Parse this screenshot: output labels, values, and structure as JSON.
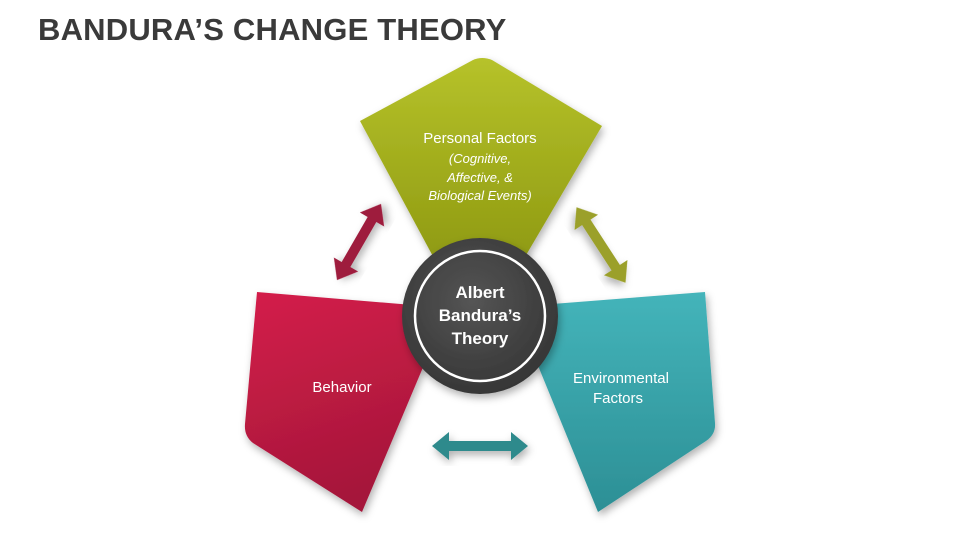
{
  "title": "BANDURA’S CHANGE THEORY",
  "center": {
    "lines": [
      "Albert",
      "Bandura’s",
      "Theory"
    ]
  },
  "personal": {
    "title": "Personal Factors",
    "sub": [
      "(Cognitive,",
      "Affective, &",
      "Biological Events)"
    ]
  },
  "behavior": {
    "title": "Behavior"
  },
  "environmental": {
    "lines": [
      "Environmental",
      "Factors"
    ]
  },
  "colors": {
    "personal": "#a2ad1c",
    "behavior": "#c81b42",
    "environmental": "#3aa6ac",
    "center": "#444444",
    "arrow_left": "#9e1b3d",
    "arrow_right": "#9ba02a",
    "arrow_bottom": "#2f8a8c",
    "title": "#3a3a3a"
  }
}
